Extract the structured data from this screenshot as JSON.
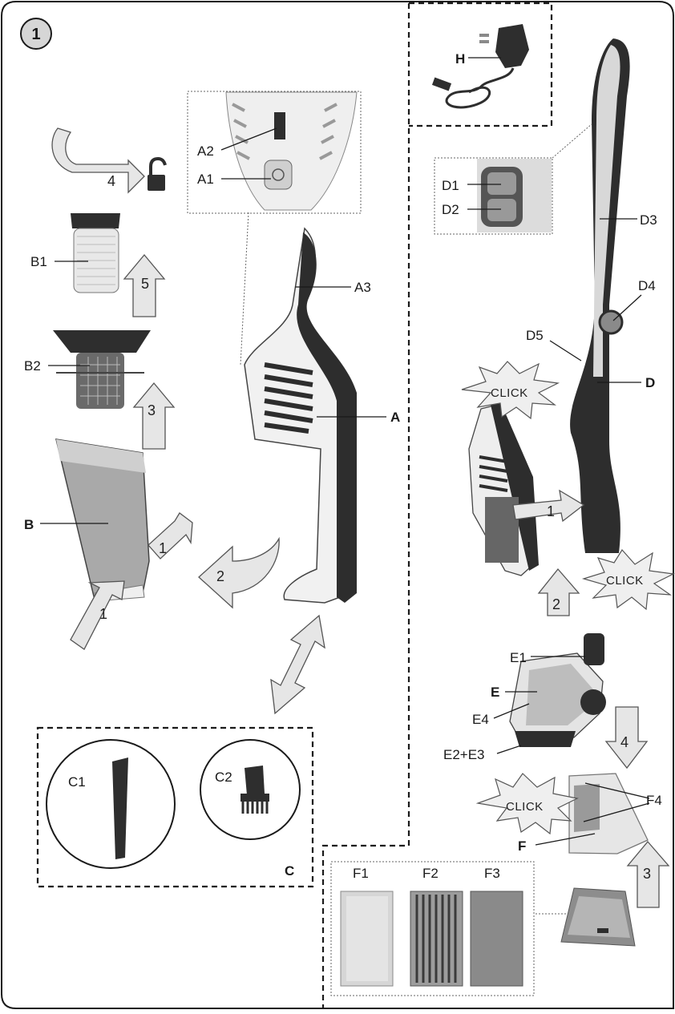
{
  "figure_number": "1",
  "labels": {
    "A": "A",
    "A1": "A1",
    "A2": "A2",
    "A3": "A3",
    "B": "B",
    "B1": "B1",
    "B2": "B2",
    "C": "C",
    "C1": "C1",
    "C2": "C2",
    "D": "D",
    "D1": "D1",
    "D2": "D2",
    "D3": "D3",
    "D4": "D4",
    "D5": "D5",
    "E": "E",
    "E1": "E1",
    "E4": "E4",
    "E2E3": "E2+E3",
    "F": "F",
    "F1": "F1",
    "F2": "F2",
    "F3": "F3",
    "F4": "F4",
    "H": "H"
  },
  "steps": {
    "left_rotate": "4",
    "left_up_filter": "5",
    "left_up_basket": "3",
    "left_in_upper": "1",
    "left_in_lower": "1",
    "left_curve": "2",
    "right_insert": "1",
    "right_up_nozzle": "2",
    "right_down_nozzle": "4",
    "right_up_pad": "3"
  },
  "click_text": {
    "upper": "CLICK",
    "lower": "CLICK",
    "mop": "CLICK"
  },
  "colors": {
    "outline": "#1a1a1a",
    "arrow_fill": "#e6e6e6",
    "dark_body": "#2e2e2e",
    "light_body": "#f3f3f3"
  }
}
